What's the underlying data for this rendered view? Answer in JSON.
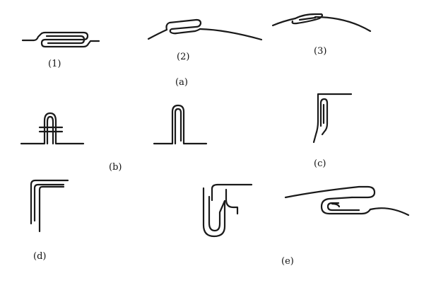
{
  "labels": {
    "a1": "(1)",
    "a2": "(2)",
    "a3": "(3)",
    "a": "(a)",
    "b": "(b)",
    "c": "(c)",
    "d": "(d)",
    "e": "(e)"
  },
  "colors": {
    "ink": "#1a1a1a",
    "paper": "#ffffff"
  }
}
